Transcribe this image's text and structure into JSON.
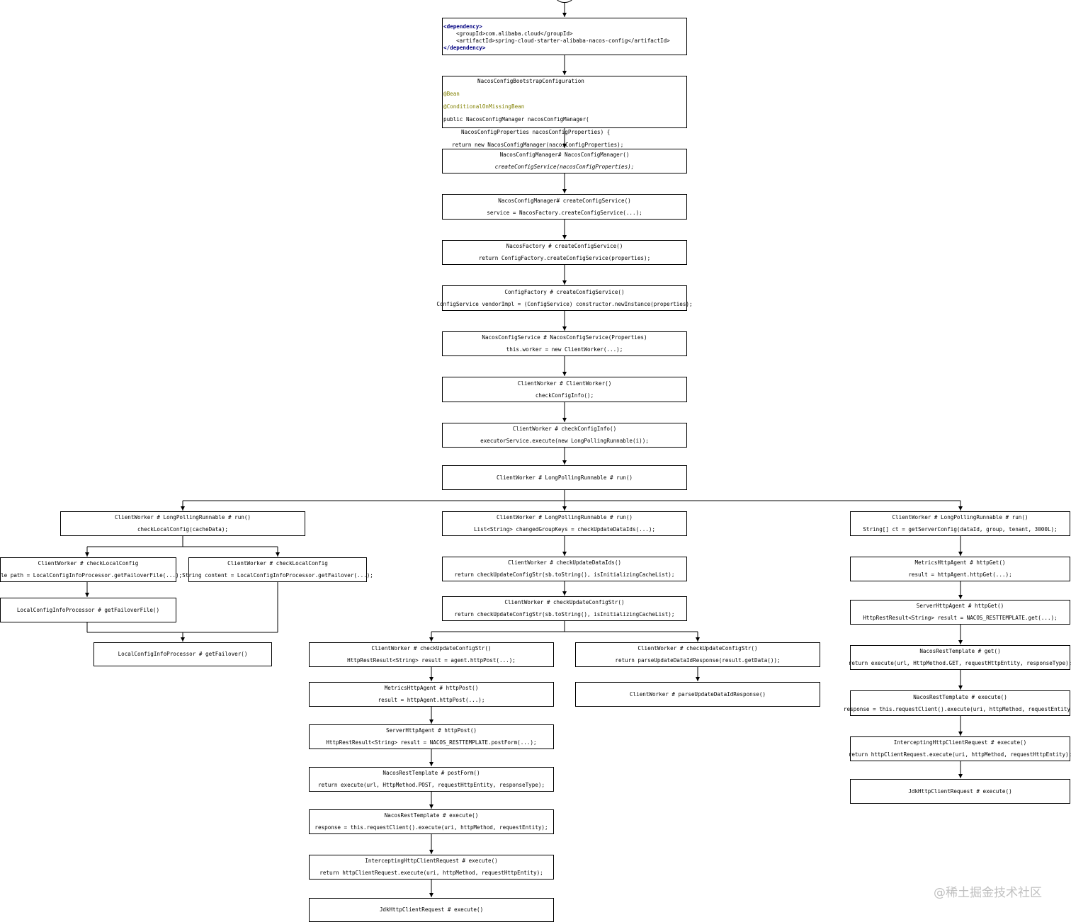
{
  "colors": {
    "keyword": "#000080",
    "annotation": "#808000",
    "field": "#660e7a",
    "number": "#0000ff",
    "line": "#000000"
  },
  "watermark": "@稀土掘金技术社区",
  "nodes": {
    "dep": {
      "lines": [
        "<dependency>",
        "<groupId>com.alibaba.cloud</groupId>",
        "<artifactId>spring-cloud-starter-alibaba-nacos-config</artifactId>",
        "</dependency>"
      ]
    },
    "bootstrap": {
      "title": "NacosConfigBootstrapConfiguration",
      "annotations": [
        "@Bean",
        "@ConditionalOnMissingBean"
      ],
      "lines": [
        "public NacosConfigManager nacosConfigManager(",
        "NacosConfigProperties nacosConfigProperties) {",
        "return new NacosConfigManager(nacosConfigProperties);",
        "}"
      ]
    },
    "mgr_ctor": {
      "title": "NacosConfigManager# NacosConfigManager()",
      "code": "createConfigService(nacosConfigProperties);"
    },
    "mgr_create": {
      "title": "NacosConfigManager# createConfigService()",
      "code": "service = NacosFactory.createConfigService(...);"
    },
    "factory_create": {
      "title": "NacosFactory # createConfigService()",
      "code": "return ConfigFactory.createConfigService(properties);"
    },
    "cfgfactory_create": {
      "title": "ConfigFactory # createConfigService()",
      "code": "ConfigService vendorImpl = (ConfigService) constructor.newInstance(properties);"
    },
    "svc_ctor": {
      "title": "NacosConfigService # NacosConfigService(Properties)",
      "code": "this.worker = new ClientWorker(...);"
    },
    "cw_ctor": {
      "title": "ClientWorker # ClientWorker()",
      "code": "checkConfigInfo();"
    },
    "cw_check": {
      "title": "ClientWorker # checkConfigInfo()",
      "code": "executorService.execute(new LongPollingRunnable(i));"
    },
    "lpr_run": {
      "title": "ClientWorker # LongPollingRunnable # run()"
    },
    "lpr_local": {
      "title": "ClientWorker # LongPollingRunnable # run()",
      "code": "checkLocalConfig(cacheData);"
    },
    "lpr_update": {
      "title": "ClientWorker # LongPollingRunnable # run()",
      "code": "List<String> changedGroupKeys = checkUpdateDataIds(...);"
    },
    "lpr_server": {
      "title": "ClientWorker # LongPollingRunnable # run()",
      "code": "String[] ct = getServerConfig(dataId, group, tenant, 3000L);"
    },
    "local_a": {
      "title": "ClientWorker # checkLocalConfig",
      "code": "File path = LocalConfigInfoProcessor.getFailoverFile(...);"
    },
    "local_b": {
      "title": "ClientWorker # checkLocalConfig",
      "code": "String content = LocalConfigInfoProcessor.getFailover(...);"
    },
    "local_file": {
      "title": "LocalConfigInfoProcessor # getFailoverFile()"
    },
    "local_failover": {
      "title": "LocalConfigInfoProcessor # getFailover()"
    },
    "upd_ids": {
      "title": "ClientWorker # checkUpdateDataIds()",
      "code": "return checkUpdateConfigStr(sb.toString(), isInitializingCacheList);"
    },
    "upd_str": {
      "title": "ClientWorker # checkUpdateConfigStr()",
      "code": "return checkUpdateConfigStr(sb.toString(), isInitializingCacheList);"
    },
    "upd_post": {
      "title": "ClientWorker # checkUpdateConfigStr()",
      "code": "HttpRestResult<String> result = agent.httpPost(...);"
    },
    "upd_parse": {
      "title": "ClientWorker # checkUpdateConfigStr()",
      "code": "return parseUpdateDataIdResponse(result.getData());"
    },
    "parse_resp": {
      "title": "ClientWorker # parseUpdateDataIdResponse()"
    },
    "m_post": {
      "title": "MetricsHttpAgent # httpPost()",
      "code": "result = httpAgent.httpPost(...);"
    },
    "s_post": {
      "title": "ServerHttpAgent # httpPost()",
      "code": "HttpRestResult<String> result = NACOS_RESTTEMPLATE.postForm(...);"
    },
    "r_postform": {
      "title": "NacosRestTemplate # postForm()",
      "code": "return execute(url, HttpMethod.POST, requestHttpEntity, responseType);"
    },
    "r_exec_l": {
      "title": "NacosRestTemplate # execute()",
      "code": "response = this.requestClient().execute(uri, httpMethod, requestEntity);"
    },
    "i_exec_l": {
      "title": "InterceptingHttpClientRequest # execute()",
      "code": "return httpClientRequest.execute(uri, httpMethod, requestHttpEntity);"
    },
    "j_exec_l": {
      "title": "JdkHttpClientRequest # execute()"
    },
    "m_get": {
      "title": "MetricsHttpAgent # httpGet()",
      "code": "result = httpAgent.httpGet(...);"
    },
    "s_get": {
      "title": "ServerHttpAgent # httpGet()",
      "code": "HttpRestResult<String> result = NACOS_RESTTEMPLATE.get(...);"
    },
    "r_get": {
      "title": "NacosRestTemplate # get()",
      "code": "return execute(url, HttpMethod.GET, requestHttpEntity, responseType);"
    },
    "r_exec_r": {
      "title": "NacosRestTemplate # execute()",
      "code": "response = this.requestClient().execute(uri, httpMethod, requestEntity);"
    },
    "i_exec_r": {
      "title": "InterceptingHttpClientRequest # execute()",
      "code": "return httpClientRequest.execute(uri, httpMethod, requestHttpEntity);"
    },
    "j_exec_r": {
      "title": "JdkHttpClientRequest # execute()"
    }
  }
}
